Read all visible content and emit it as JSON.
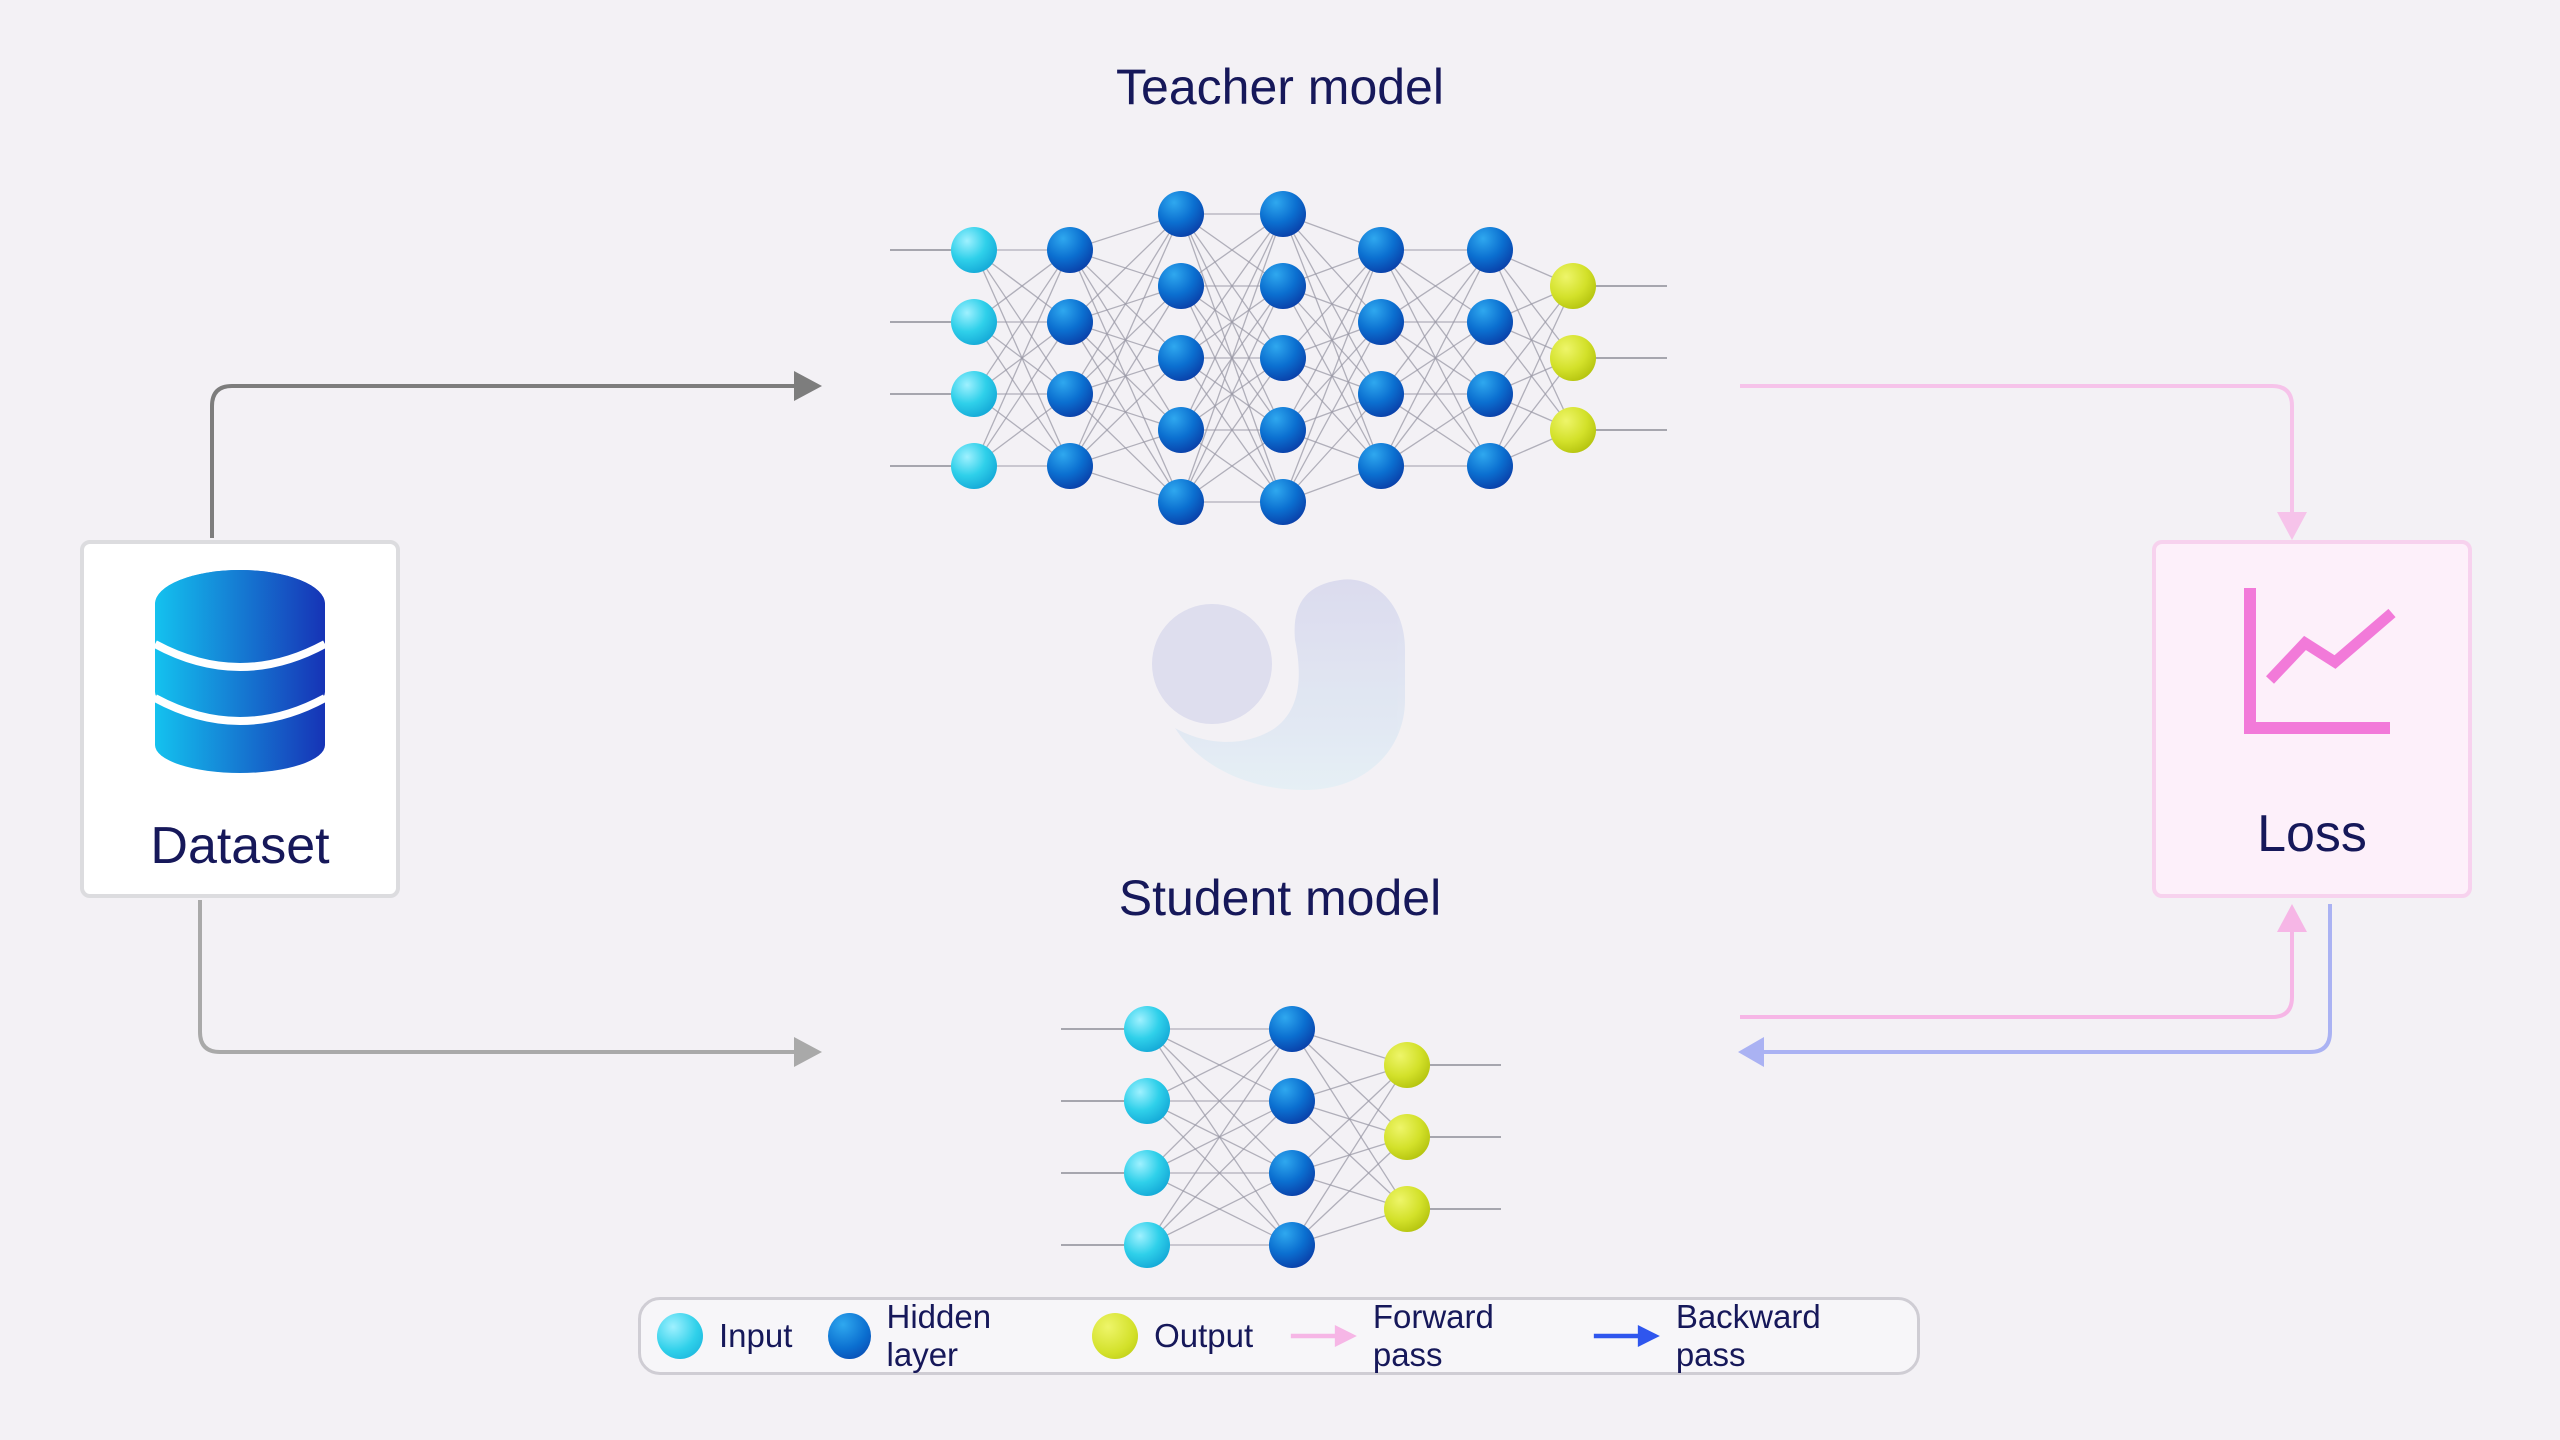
{
  "titles": {
    "teacher": "Teacher model",
    "student": "Student model"
  },
  "cards": {
    "dataset": {
      "label": "Dataset",
      "icon": "database-icon"
    },
    "loss": {
      "label": "Loss",
      "icon": "line-chart-icon"
    }
  },
  "legend": {
    "input": "Input",
    "hidden": "Hidden layer",
    "output": "Output",
    "forward": "Forward pass",
    "backward": "Backward pass"
  },
  "networks": {
    "teacher": {
      "layers": [
        4,
        4,
        5,
        5,
        4,
        4,
        3
      ]
    },
    "student": {
      "layers": [
        4,
        4,
        3
      ]
    }
  },
  "colors": {
    "background": "#f3f1f5",
    "text": "#16185a",
    "input_node": "#2fd0ea",
    "hidden_node": "#0b6fd0",
    "output_node": "#d3e12a",
    "forward_pass": "#f6b6e6",
    "backward_pass": "#2f56ee",
    "data_arrow": "#8a8a8a",
    "loss_icon": "#f27ad9"
  }
}
